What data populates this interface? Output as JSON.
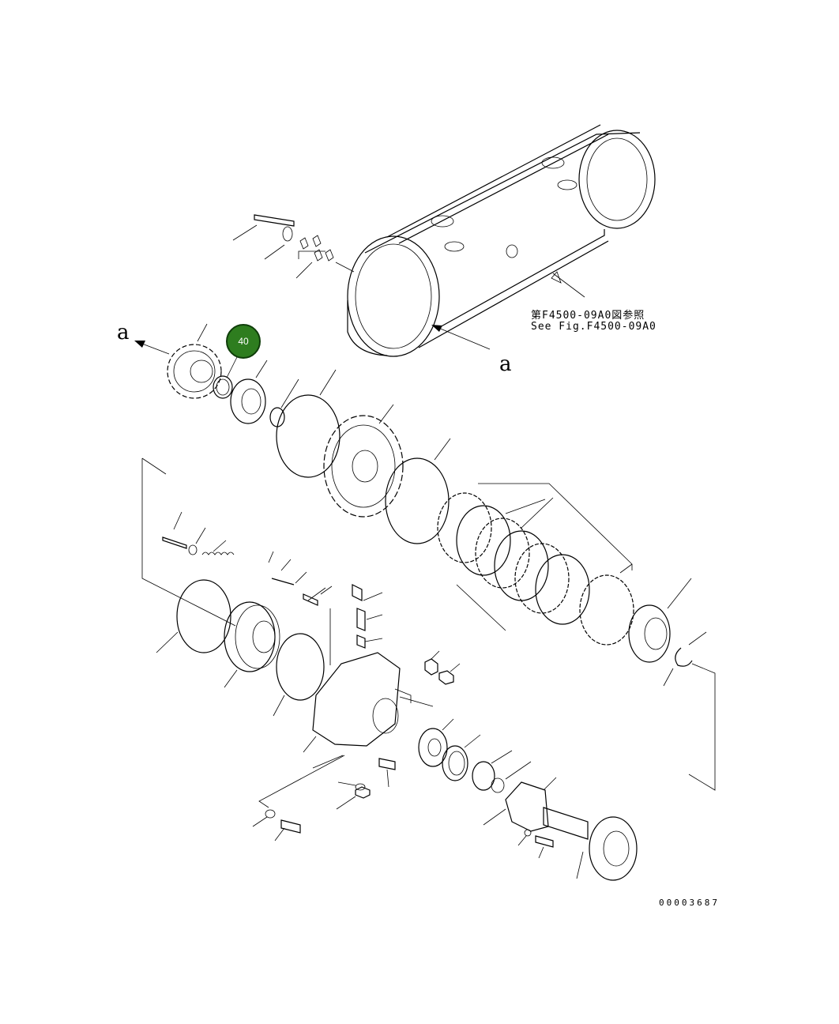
{
  "reference": {
    "jp": "第F4500-09A0図参照",
    "en": "See Fig.F4500-09A0"
  },
  "labels": {
    "a_left": "a",
    "a_right": "a"
  },
  "callout": {
    "number": "40",
    "color": "#2e7d1f"
  },
  "drawing_number": "00003687"
}
